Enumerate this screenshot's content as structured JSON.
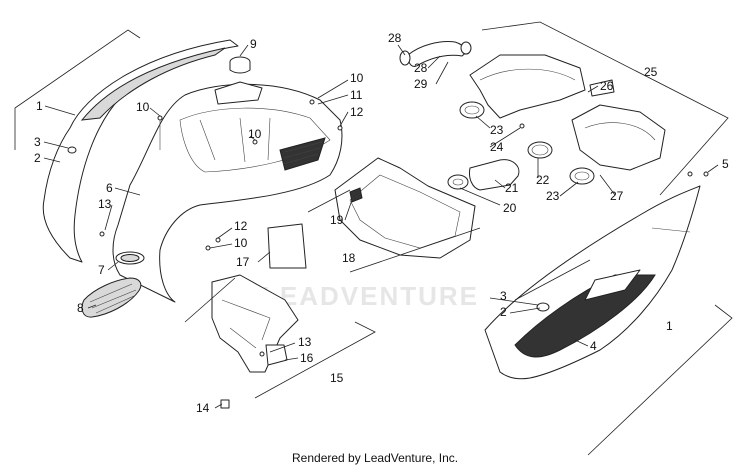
{
  "diagram": {
    "watermark": "LEADVENTURE",
    "footer": "Rendered by LeadVenture, Inc.",
    "callouts": {
      "c1_left": "1",
      "c1_right": "1",
      "c2_left": "2",
      "c2_right": "2",
      "c3_left": "3",
      "c3_right": "3",
      "c4": "4",
      "c5": "5",
      "c6": "6",
      "c7": "7",
      "c8": "8",
      "c9": "9",
      "c10_a": "10",
      "c10_b": "10",
      "c10_c": "10",
      "c10_d": "10",
      "c11": "11",
      "c12_a": "12",
      "c12_b": "12",
      "c13_a": "13",
      "c13_b": "13",
      "c14": "14",
      "c15": "15",
      "c16": "16",
      "c17": "17",
      "c18": "18",
      "c19": "19",
      "c20": "20",
      "c21": "21",
      "c22": "22",
      "c23_a": "23",
      "c23_b": "23",
      "c24": "24",
      "c25": "25",
      "c26": "26",
      "c27": "27",
      "c28_a": "28",
      "c28_b": "28",
      "c29": "29"
    }
  }
}
